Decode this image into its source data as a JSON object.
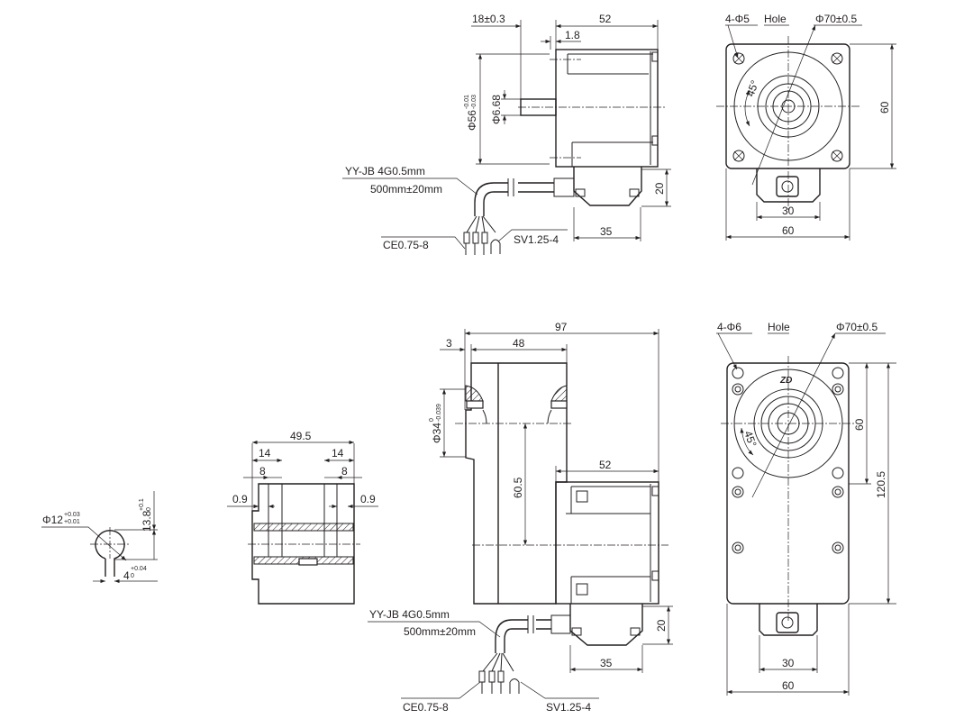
{
  "top_side_view": {
    "dim_shaft_length": "18±0.3",
    "dim_body_length": "52",
    "dim_flange": "1.8",
    "dim_pilot_diameter": "Φ56",
    "dim_pilot_tol_upper": "-0.01",
    "dim_pilot_tol_lower": "-0.03",
    "dim_shaft_diameter": "Φ6.68",
    "dim_connector_height": "20",
    "dim_connector_width": "35",
    "cable_type": "YY-JB 4G0.5mm",
    "cable_length": "500mm±20mm",
    "terminal_ferrule": "CE0.75-8",
    "terminal_fork": "SV1.25-4"
  },
  "top_front_view": {
    "holes_label": "4-Φ5",
    "hole_word": "Hole",
    "pcd_label": "Φ70±0.5",
    "angle_label": "45°",
    "dim_square": "60",
    "dim_connector_width": "30",
    "dim_width": "60"
  },
  "key_section": {
    "bore_label": "Φ12",
    "bore_tol_upper": "+0.03",
    "bore_tol_lower": "+0.01",
    "key_depth_label": "13.8",
    "key_depth_tol_upper": "+0.1",
    "key_depth_tol_lower": "0",
    "key_width_label": "4",
    "key_width_tol_upper": "+0.04",
    "key_width_tol_lower": "0"
  },
  "hollow_shaft_section": {
    "dim_total": "49.5",
    "dim_left_14": "14",
    "dim_right_14": "14",
    "dim_left_8": "8",
    "dim_right_8": "8",
    "dim_left_09": "0.9",
    "dim_right_09": "0.9"
  },
  "bottom_side_view": {
    "dim_total": "97",
    "dim_flange": "3",
    "dim_gearbox": "48",
    "dim_pilot": "Φ34",
    "dim_pilot_tol_upper": "0",
    "dim_pilot_tol_lower": "-0.039",
    "dim_offset": "60.5",
    "dim_motor": "52",
    "dim_connector_height": "20",
    "dim_connector_width": "35",
    "cable_type": "YY-JB 4G0.5mm",
    "cable_length": "500mm±20mm",
    "terminal_ferrule": "CE0.75-8",
    "terminal_fork": "SV1.25-4"
  },
  "bottom_front_view": {
    "holes_label": "4-Φ6",
    "hole_word": "Hole",
    "pcd_label": "Φ70±0.5",
    "angle_label": "45°",
    "logo": "ZD",
    "dim_square": "60",
    "dim_height": "120.5",
    "dim_connector_width": "30",
    "dim_width": "60"
  }
}
